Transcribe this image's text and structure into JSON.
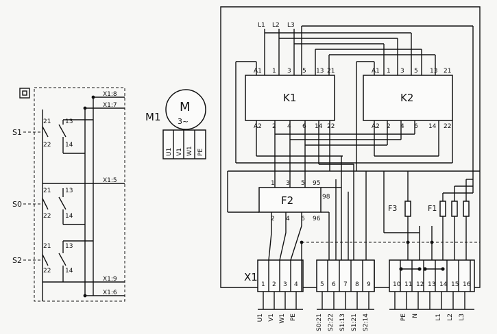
{
  "motor": {
    "ref": "M1",
    "symbol": "M",
    "phase": "3~",
    "terminals": [
      "U1",
      "V1",
      "W1",
      "PE"
    ]
  },
  "switches": [
    {
      "ref": "S1",
      "pins": [
        "21",
        "13",
        "22",
        "14"
      ]
    },
    {
      "ref": "S0",
      "pins": [
        "21",
        "13",
        "22",
        "14"
      ]
    },
    {
      "ref": "S2",
      "pins": [
        "21",
        "13",
        "22",
        "14"
      ]
    }
  ],
  "station_terminals": [
    "X1:8",
    "X1:7",
    "X1:5",
    "X1:9",
    "X1:6"
  ],
  "contactors": [
    {
      "ref": "K1",
      "top": [
        "A1",
        "1",
        "3",
        "5",
        "13",
        "21"
      ],
      "bottom": [
        "A2",
        "2",
        "4",
        "6",
        "14",
        "22"
      ]
    },
    {
      "ref": "K2",
      "top": [
        "A1",
        "1",
        "3",
        "5",
        "13",
        "21"
      ],
      "bottom": [
        "A2",
        "2",
        "4",
        "6",
        "14",
        "22"
      ]
    }
  ],
  "supply_top": [
    "L1",
    "L2",
    "L3"
  ],
  "overload": {
    "ref": "F2",
    "top": [
      "1",
      "3",
      "5"
    ],
    "bottom": [
      "2",
      "4",
      "6"
    ],
    "aux": [
      "95",
      "98",
      "96"
    ]
  },
  "fuses": [
    "F3",
    "F1"
  ],
  "terminal_strip": {
    "ref": "X1",
    "numbers": [
      "1",
      "2",
      "3",
      "4",
      "5",
      "6",
      "7",
      "8",
      "9",
      "10",
      "11",
      "12",
      "13",
      "14",
      "15",
      "16"
    ],
    "labels": [
      "U1",
      "V1",
      "W1",
      "PE",
      "S0:21",
      "S2:22",
      "S1:13",
      "S1:21",
      "S2:14",
      "",
      "PE",
      "N",
      "",
      "L1",
      "L2",
      "L3"
    ]
  }
}
